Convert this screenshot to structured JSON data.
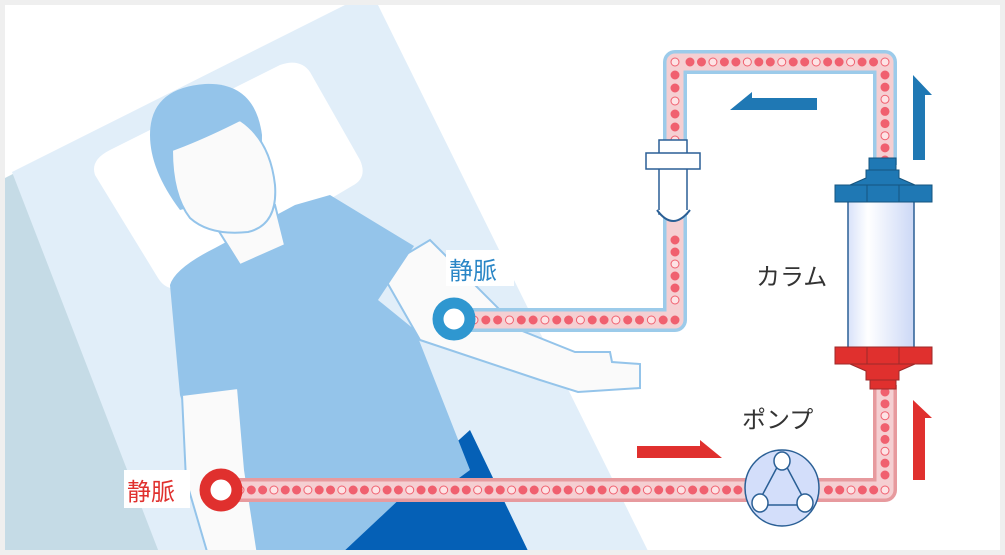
{
  "labels": {
    "vein_return": "静脈",
    "vein_draw": "静脈",
    "column": "カラム",
    "pump": "ポンプ"
  },
  "colors": {
    "blue": "#1f78b4",
    "red": "#e0302e",
    "tube_fill": "#f5cfd2",
    "blood_cell": "#f0606f",
    "bed": "#e1eef9",
    "shirt": "#94c4ea",
    "pants": "#0560b6"
  }
}
